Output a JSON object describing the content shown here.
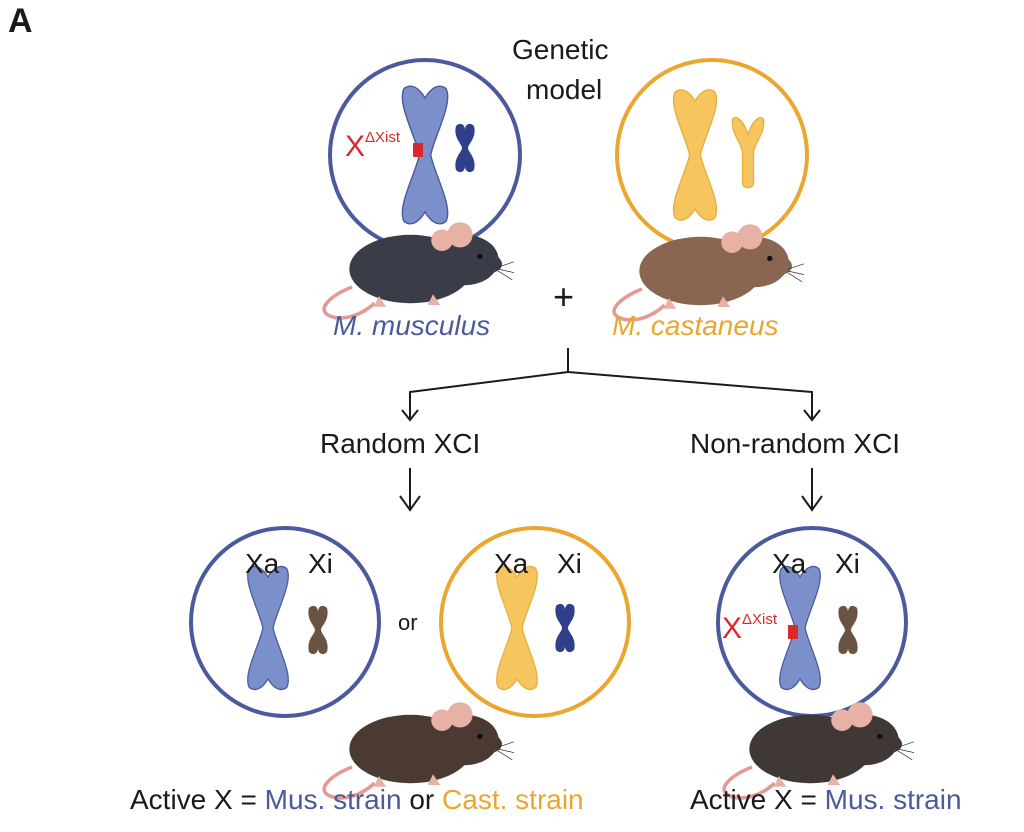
{
  "panel_label": "A",
  "top": {
    "title_line1": "Genetic",
    "title_line2": "model",
    "plus": "+",
    "left_species": "M. musculus",
    "right_species": "M. castaneus",
    "allele_x": "X",
    "allele_sup": "ΔXist"
  },
  "branches": {
    "random": "Random XCI",
    "nonrandom": "Non-random XCI",
    "or_between": "or"
  },
  "circle_labels": {
    "xa": "Xa",
    "xi": "Xi"
  },
  "bottom": {
    "left_prefix": "Active X = ",
    "left_mus": "Mus. strain",
    "left_or": " or ",
    "left_cast": "Cast. strain",
    "right_prefix": "Active X = ",
    "right_mus": "Mus. strain"
  },
  "colors": {
    "musculus_blue": "#4a5a9c",
    "castaneus_orange": "#eaa62e",
    "deletion_red": "#d92a2a",
    "chromosome_blue": "#7b8fcb",
    "chromosome_yellow": "#f6c55e",
    "small_brown": "#6b5344"
  },
  "icons": [
    "mouse-black-icon",
    "mouse-brown-icon",
    "x-chromosome-icon",
    "y-chromosome-icon"
  ]
}
